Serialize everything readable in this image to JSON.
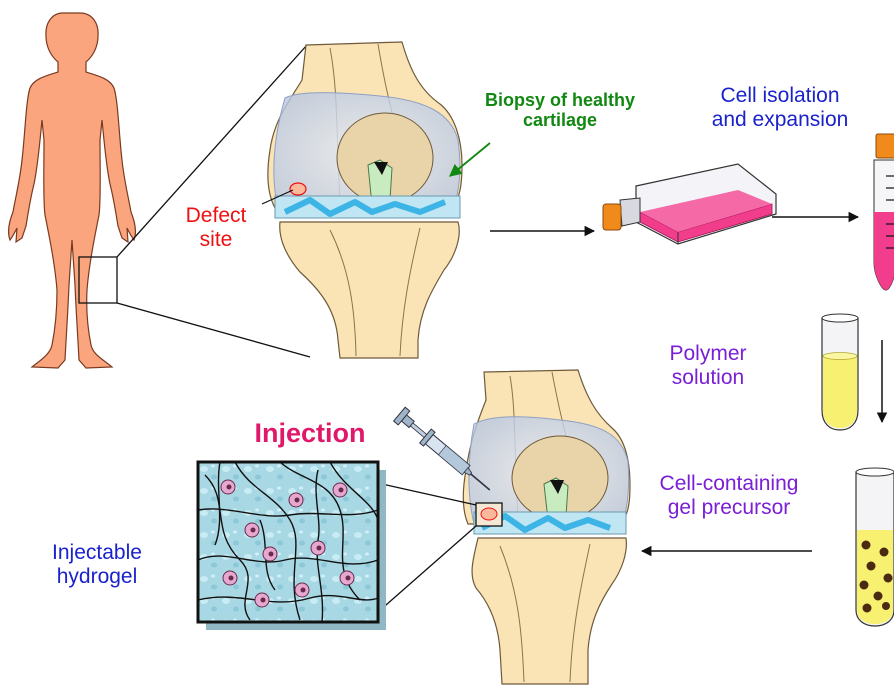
{
  "labels": {
    "defect_site": [
      "Defect",
      "site"
    ],
    "biopsy": [
      "Biopsy of healthy",
      "cartilage"
    ],
    "cell_isolation": [
      "Cell isolation",
      "and expansion"
    ],
    "polymer_solution": [
      "Polymer",
      "solution"
    ],
    "cell_containing": [
      "Cell-containing",
      "gel precursor"
    ],
    "injection": "Injection",
    "injectable_hydrogel": [
      "Injectable",
      "hydrogel"
    ]
  },
  "colors": {
    "skin": "#fba57f",
    "skin_outline": "#7a3a20",
    "bone": "#fae3b5",
    "bone_outline": "#6e5a3a",
    "capsule": "#cfdcef",
    "cartilage_blue": "#bfe6f2",
    "meniscus": "#3cb4e6",
    "ligament": "#c8ecc0",
    "medium_pink": "#f23c8c",
    "polymer_yellow": "#f8f070",
    "defect_red": "#ee1111",
    "biopsy_green": "#118811",
    "blue_text": "#1a22cc",
    "purple_text": "#7a1fd6",
    "injection_pink": "#e0186a",
    "hydrogel_bg": "#a8d8e4",
    "cell_pink": "#e6a8d0"
  }
}
